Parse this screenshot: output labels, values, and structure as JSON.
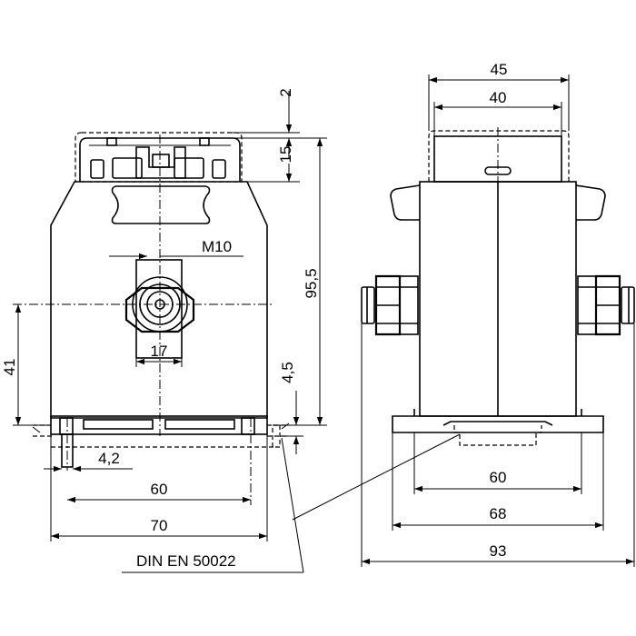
{
  "front_view": {
    "dims": {
      "top_gap": "2",
      "cap_height": "15",
      "total_height": "95,5",
      "thread": "M10",
      "nut_width": "17",
      "center_height": "41",
      "base_offset": "4,5",
      "slot": "4,2",
      "hole_pitch": "60",
      "base_width": "70"
    }
  },
  "side_view": {
    "dims": {
      "cap_outer": "45",
      "cap_inner": "40",
      "foot_inner": "60",
      "foot_outer": "68",
      "overall": "93"
    }
  },
  "rail_label": "DIN EN 50022"
}
